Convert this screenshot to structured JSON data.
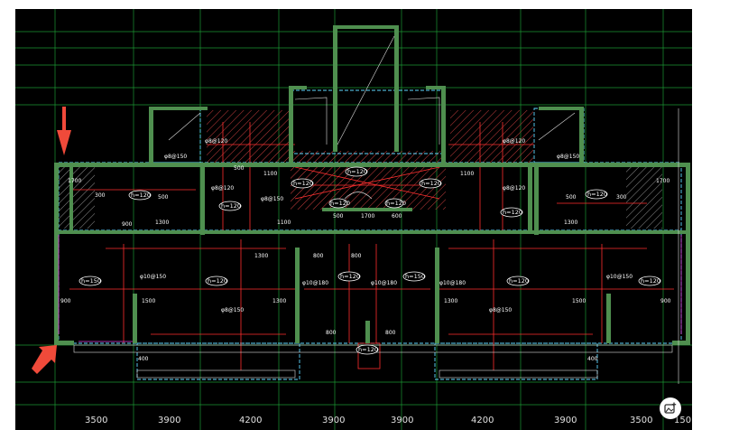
{
  "drawing": {
    "bottom_dimensions": [
      "3500",
      "3900",
      "4200",
      "3900",
      "3900",
      "4200",
      "3900",
      "3500",
      "150"
    ],
    "slab_labels": [
      "h=120",
      "h=120",
      "h=120",
      "h=120",
      "h=120",
      "h=120",
      "h=120",
      "h=120",
      "h=120",
      "h=150",
      "h=120",
      "h=120",
      "h=150",
      "h=120",
      "h=120",
      "h=120"
    ],
    "rebar_labels": [
      "φ8@120",
      "φ8@150",
      "φ8@120",
      "φ8@150",
      "φ10@150",
      "φ10@180",
      "φ10@180",
      "φ8@150",
      "φ8@150",
      "φ10@180",
      "φ8@150",
      "φ10@150",
      "φ8@120",
      "φ8@120"
    ],
    "length_labels": [
      "1700",
      "300",
      "500",
      "1300",
      "900",
      "1100",
      "500",
      "1100",
      "1300",
      "1300",
      "1300",
      "1500",
      "800",
      "800",
      "800",
      "800",
      "900",
      "1700",
      "600",
      "500",
      "1100",
      "1300",
      "1500",
      "900",
      "1700",
      "300",
      "500",
      "400",
      "400"
    ],
    "annotation_color": "#e03a3a"
  },
  "colors": {
    "grid": "#39d353",
    "wall": "#4f8f4f",
    "rebar": "#ff2e2e",
    "dashed": "#5fd7ff",
    "arrow": "#f04a3a"
  },
  "icons": {
    "tool": "image-add-icon"
  }
}
